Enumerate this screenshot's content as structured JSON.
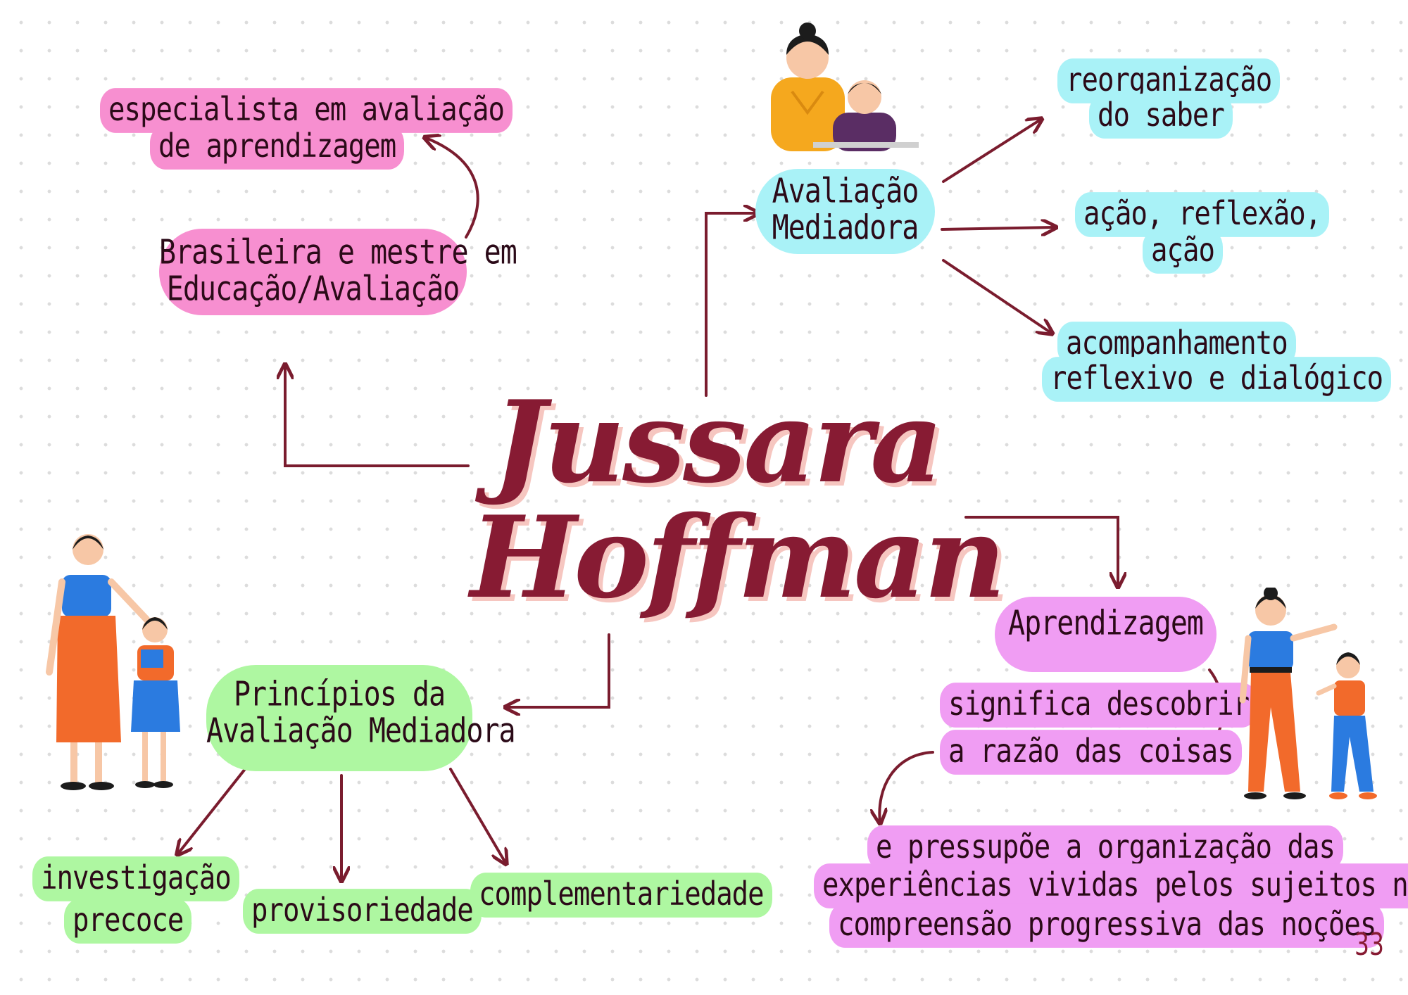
{
  "title": {
    "line1": "Jussara",
    "line2": "Hoffman"
  },
  "page_number": "33",
  "colors": {
    "title": "#871b33",
    "arrows": "#7a1c2e",
    "pink": "#f78fd0",
    "cyan": "#a9f2f7",
    "green": "#aef7a1",
    "violet": "#f09df3"
  },
  "nodes": {
    "biography": {
      "label_line1": "Brasileira e mestre em",
      "label_line2": "Educação/Avaliação",
      "specialist_line1": "especialista em avaliação",
      "specialist_line2": "de aprendizagem"
    },
    "mediating_assessment": {
      "label_line1": "Avaliação",
      "label_line2": "Mediadora",
      "items": [
        {
          "line1": "reorganização",
          "line2": "do saber"
        },
        {
          "line1": "ação, reflexão,",
          "line2": "ação"
        },
        {
          "line1": "acompanhamento",
          "line2": "reflexivo e dialógico"
        }
      ]
    },
    "principles": {
      "label_line1": "Princípios da",
      "label_line2": "Avaliação Mediadora",
      "items": [
        {
          "line1": "investigação",
          "line2": "precoce"
        },
        {
          "line1": "provisoriedade"
        },
        {
          "line1": "complementariedade"
        }
      ]
    },
    "learning": {
      "label": "Aprendizagem",
      "meaning_line1": "significa descobrir",
      "meaning_line2": "a razão das coisas",
      "implies_line1": "e pressupõe a organização das",
      "implies_line2": "experiências vividas pelos sujeitos numa",
      "implies_line3": "compreensão progressiva das noções"
    }
  },
  "icons": {
    "teacher_student_desk": "teacher-helping-student-illustration",
    "teacher_girl_book": "teacher-with-girl-reading-illustration",
    "teacher_girl_pointing": "teacher-with-girl-pointing-illustration"
  }
}
